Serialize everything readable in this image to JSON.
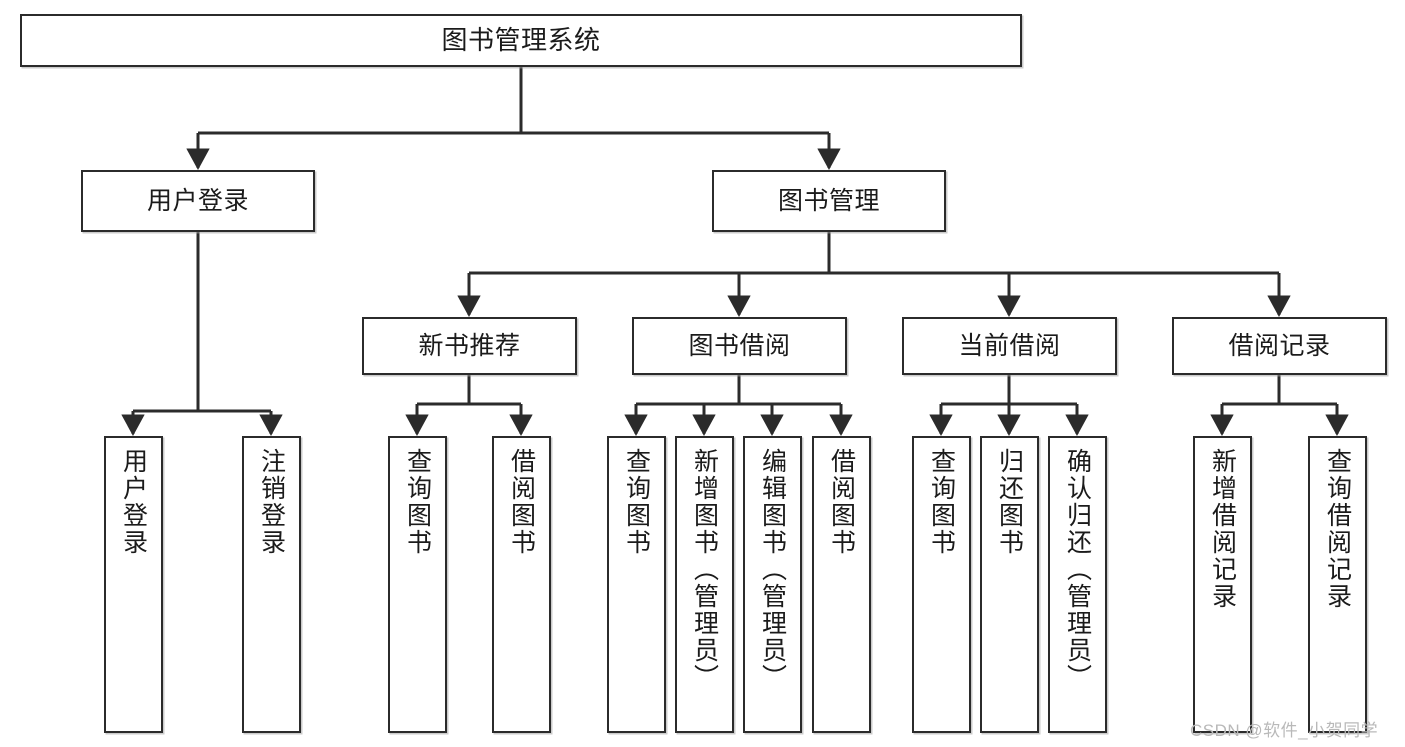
{
  "diagram": {
    "title": "图书管理系统",
    "watermark": "CSDN @软件_小贺同学",
    "colors": {
      "box_border": "#2b2b2b",
      "box_fill": "#ffffff",
      "edge": "#2b2b2b",
      "text": "#1b1b1b",
      "watermark": "#b9b9b9"
    },
    "nodes": {
      "root": {
        "label": "图书管理系统"
      },
      "level2": [
        {
          "id": "user-login",
          "label": "用户登录"
        },
        {
          "id": "book-manage",
          "label": "图书管理"
        }
      ],
      "level3": [
        {
          "id": "new-book-recommend",
          "label": "新书推荐"
        },
        {
          "id": "book-borrow",
          "label": "图书借阅"
        },
        {
          "id": "current-borrow",
          "label": "当前借阅"
        },
        {
          "id": "borrow-record",
          "label": "借阅记录"
        }
      ],
      "leaves": [
        {
          "id": "leaf-user-login",
          "label": "用户登录",
          "parent": "user-login"
        },
        {
          "id": "leaf-logout-login",
          "label": "注销登录",
          "parent": "user-login"
        },
        {
          "id": "leaf-query-book-1",
          "label": "查询图书",
          "parent": "new-book-recommend"
        },
        {
          "id": "leaf-borrow-book-1",
          "label": "借阅图书",
          "parent": "new-book-recommend"
        },
        {
          "id": "leaf-query-book-2",
          "label": "查询图书",
          "parent": "book-borrow"
        },
        {
          "id": "leaf-add-book",
          "label": "新增图书（管理员）",
          "parent": "book-borrow"
        },
        {
          "id": "leaf-edit-book",
          "label": "编辑图书（管理员）",
          "parent": "book-borrow"
        },
        {
          "id": "leaf-borrow-book-2",
          "label": "借阅图书",
          "parent": "book-borrow"
        },
        {
          "id": "leaf-query-book-3",
          "label": "查询图书",
          "parent": "current-borrow"
        },
        {
          "id": "leaf-return-book",
          "label": "归还图书",
          "parent": "current-borrow"
        },
        {
          "id": "leaf-confirm-return",
          "label": "确认归还（管理员）",
          "parent": "current-borrow"
        },
        {
          "id": "leaf-add-record",
          "label": "新增借阅记录",
          "parent": "borrow-record"
        },
        {
          "id": "leaf-query-record",
          "label": "查询借阅记录",
          "parent": "borrow-record"
        }
      ]
    }
  }
}
